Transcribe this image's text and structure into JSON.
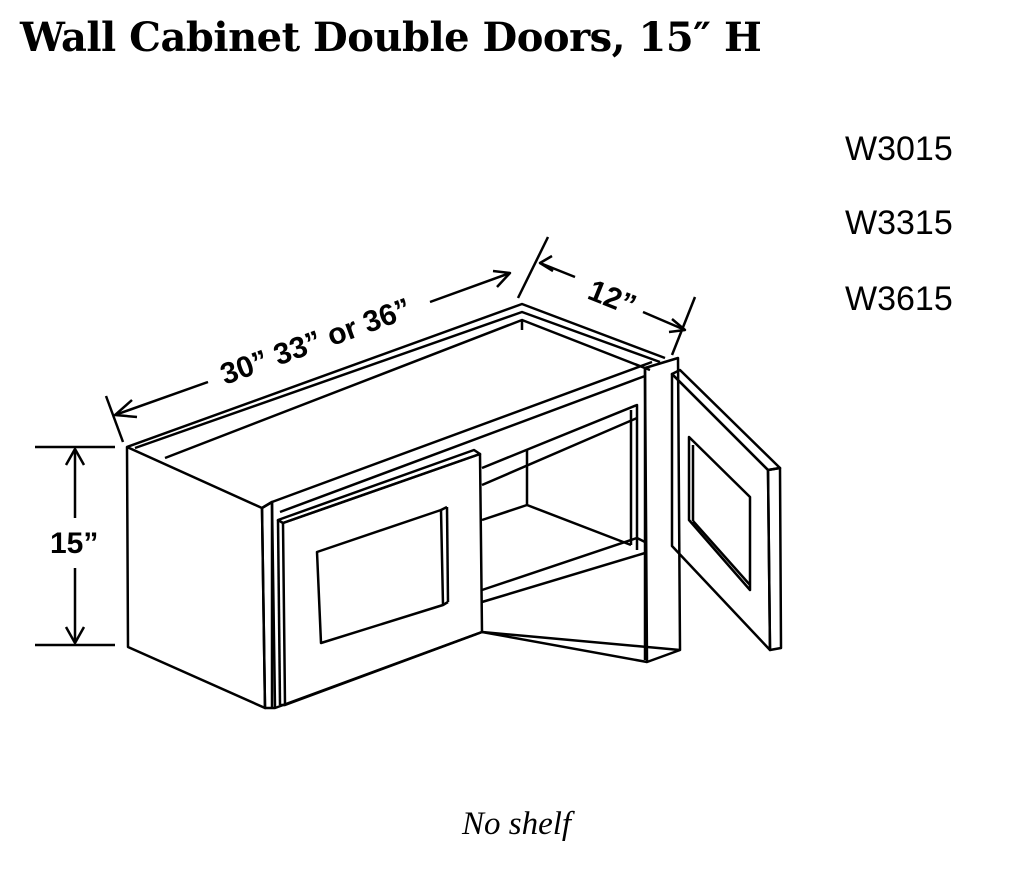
{
  "title": "Wall Cabinet Double Doors, 15″ H",
  "models": [
    "W3015",
    "W3315",
    "W3615"
  ],
  "dimensions": {
    "width": "30” 33” or 36”",
    "depth": "12”",
    "height": "15”"
  },
  "note": "No shelf"
}
